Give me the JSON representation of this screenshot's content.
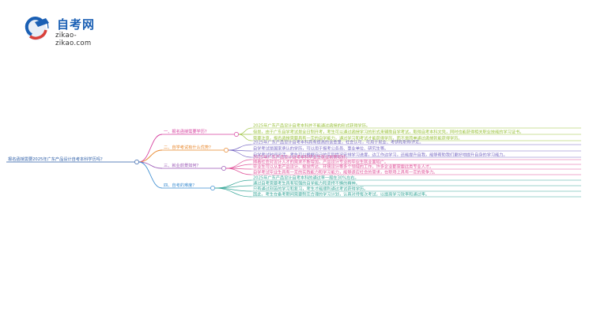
{
  "logo": {
    "title": "自考网",
    "subtitle": "zikao-zikao.com"
  },
  "root": {
    "text": "报名函授需要2025年广东产品设计自考本科学历吗？",
    "color": "#2e5fa8"
  },
  "branches": [
    {
      "label": "一、报名函授需要学历？",
      "color": "#d6409f",
      "children": [
        {
          "text": "2025年广东产品设计自考本科并不能通过函授的形式获得学历。",
          "color": "#9ac23c"
        },
        {
          "text": "但是，由于广东自学考试是全日制开考，考生可以通过函授学习的形式来辅助自学考试，取得自考本科文凭，同时也能获得相关职业技能的学习证书。",
          "color": "#9ac23c"
        },
        {
          "text": "需要注意，报名函授需要具有一定的自学能力，通过学习和考试才能获得学历，而不是简单通过函授就能获得学历。",
          "color": "#9ac23c"
        }
      ]
    },
    {
      "label": "二、自学考试有什么优势？",
      "color": "#e8862a",
      "children": [
        {
          "text": "2025年广东产品设计自考本科具有很高的含金量，社会认可，可用于就业、考研和职称评定。",
          "color": "#7a6bc4"
        },
        {
          "text": "自学考试是国家承认的学历，可以用于报考公务员、事业单位、研究生等。",
          "color": "#7a6bc4"
        },
        {
          "text": "自学考试时间灵活，考生可以根据自己的实际情况安排学习进度，边工作边学习，还能提升自我，能够帮助我们更好地提升自身的学习能力。",
          "color": "#7a6bc4"
        }
      ]
    },
    {
      "label": "三、就业前景如何？",
      "color": "#9b59b6",
      "children": [
        {
          "text": "2025年广东产品设计自考本科毕业生就业前景较好。",
          "color": "#e0559b"
        },
        {
          "text": "随着社会对设计人才的需求不断增加，产品设计专业的毕业生就业面较广。",
          "color": "#e0559b"
        },
        {
          "text": "毕业生可以从事产品设计、视觉传达、环境设计等多个领域的工作，许多企业都需要此类专业人才。",
          "color": "#e0559b"
        },
        {
          "text": "自学考试毕业生具有一定的实践能力和学习能力，能够适应社会的需求，在职场上具有一定的竞争力。",
          "color": "#e0559b"
        }
      ]
    },
    {
      "label": "四、自考的难度？",
      "color": "#3f8fd2",
      "children": [
        {
          "text": "2025年广东产品设计自考本科的通过率一般在30%左右。",
          "color": "#3aa89a"
        },
        {
          "text": "通过自考需要考生具有较强的自学能力和坚持不懈的精神。",
          "color": "#3aa89a"
        },
        {
          "text": "只有通过刻苦的学习和复习，考生才能顺利通过考试获得学历。",
          "color": "#3aa89a"
        },
        {
          "text": "因此，考生在备考期间需要制定合理的学习计划，认真对待每次考试，以提高学习效率和通过率。",
          "color": "#3aa89a"
        }
      ]
    }
  ]
}
